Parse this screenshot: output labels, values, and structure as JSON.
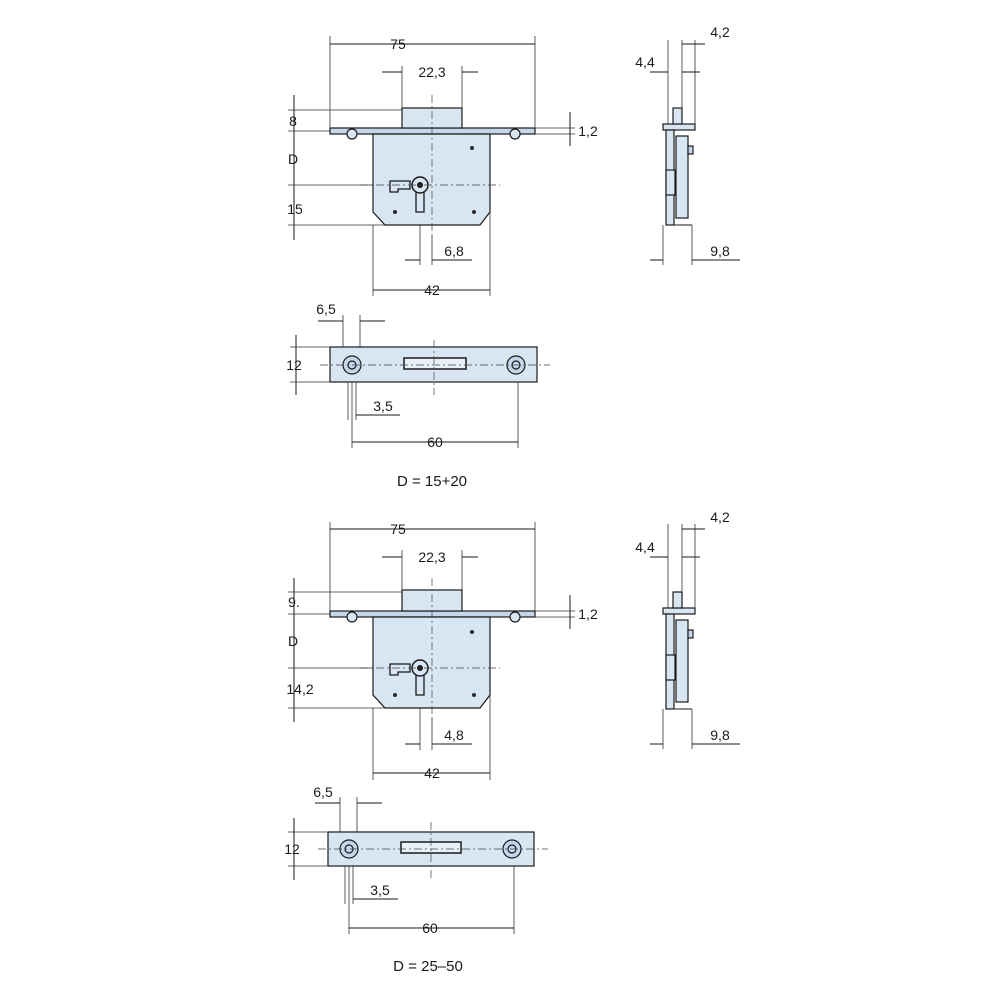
{
  "variants": [
    {
      "caption": "D = 15+20",
      "front": {
        "w75": "75",
        "w22": "22,3",
        "h8": "8",
        "hD": "D",
        "h15": "15",
        "t12": "1,2",
        "w68": "6,8",
        "w42": "42"
      },
      "side": {
        "a44": "4,4",
        "a42": "4,2",
        "a98": "9,8"
      },
      "plate": {
        "s65": "6,5",
        "s12": "12",
        "s35": "3,5",
        "s60": "60"
      }
    },
    {
      "caption": "D = 25–50",
      "front": {
        "w75": "75",
        "w22": "22,3",
        "h8": "9.",
        "hD": "D",
        "h15": "14,2",
        "t12": "1,2",
        "w68": "4,8",
        "w42": "42"
      },
      "side": {
        "a44": "4,4",
        "a42": "4,2",
        "a98": "9,8"
      },
      "plate": {
        "s65": "6,5",
        "s12": "12",
        "s35": "3,5",
        "s60": "60"
      }
    }
  ]
}
